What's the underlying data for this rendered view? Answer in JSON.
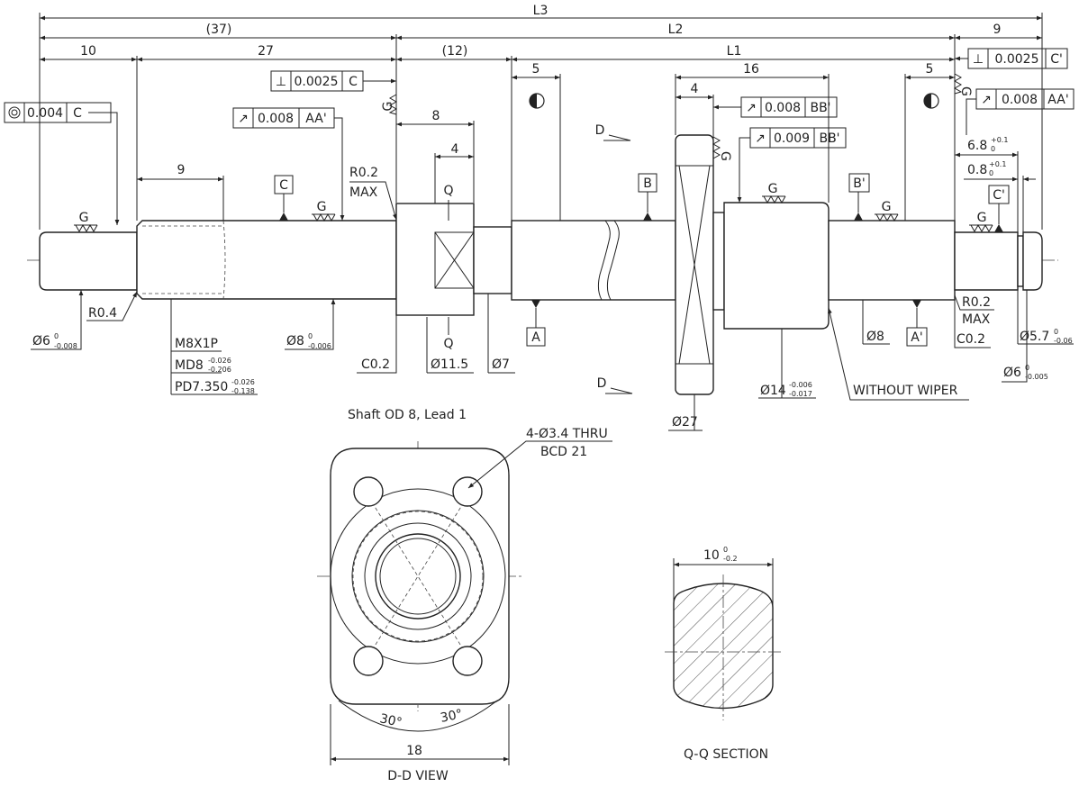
{
  "dims": {
    "l3": "L3",
    "d37": "(37)",
    "l2": "L2",
    "d9_right": "9",
    "d10": "10",
    "d27": "27",
    "d12": "(12)",
    "l1": "L1",
    "d5a": "5",
    "d16": "16",
    "d5b": "5",
    "d4a": "4",
    "d8": "8",
    "d4b": "4",
    "d9_left": "9",
    "d18": "18",
    "d10q": "10",
    "d10q_tol": "-0.2",
    "d10q_tol0": "0",
    "ang1": "30°",
    "ang2": "30°"
  },
  "gdt": {
    "conc_val": "0.004",
    "conc_ref": "C",
    "perp_val": "0.0025",
    "perp_ref": "C",
    "runout1_val": "0.008",
    "runout1_ref": "AA'",
    "runout2_val": "0.008",
    "runout2_ref": "BB'",
    "runout3_val": "0.009",
    "runout3_ref": "BB'",
    "perp2_val": "0.0025",
    "perp2_ref": "C'",
    "runout4_val": "0.008",
    "runout4_ref": "AA'",
    "perp_sym": "⊥",
    "runout_sym": "↗"
  },
  "datums": {
    "a": "A",
    "a2": "A'",
    "b": "B",
    "b2": "B'",
    "c": "C",
    "c2": "C'"
  },
  "labels": {
    "g": "G",
    "d": "D",
    "q": "Q",
    "r02max_l1": "R0.2",
    "r02max_l2": "MAX",
    "r04": "R0.4",
    "dia6": "Ø6",
    "dia6_tol_u": "0",
    "dia6_tol_l": "-0.008",
    "m8": "M8X1P",
    "md8": "MD8",
    "md8_tol_u": "-0.026",
    "md8_tol_l": "-0.206",
    "pd": "PD7.350",
    "pd_tol_u": "-0.026",
    "pd_tol_l": "-0.138",
    "dia8a": "Ø8",
    "dia8a_tol_u": "0",
    "dia8a_tol_l": "-0.006",
    "c02a": "C0.2",
    "dia115": "Ø11.5",
    "dia7": "Ø7",
    "dia27": "Ø27",
    "dia14": "Ø14",
    "dia14_tol_u": "-0.006",
    "dia14_tol_l": "-0.017",
    "without_wiper": "WITHOUT WIPER",
    "dia8b": "Ø8",
    "r02_l1": "R0.2",
    "r02_l2": "MAX",
    "c02b": "C0.2",
    "dia57": "Ø5.7",
    "dia57_tol_u": "0",
    "dia57_tol_l": "-0.06",
    "dia6b": "Ø6",
    "dia6b_tol_u": "0",
    "dia6b_tol_l": "-0.005",
    "d68": "6.8",
    "d68_tol_u": "+0.1",
    "d68_tol_l": "0",
    "d08": "0.8",
    "d08_tol_u": "+0.1",
    "d08_tol_l": "0",
    "shaft_caption": "Shaft OD 8, Lead 1",
    "thru": "4-Ø3.4 THRU",
    "bcd": "BCD 21",
    "dd_view": "D-D VIEW",
    "qq_section": "Q-Q SECTION"
  }
}
